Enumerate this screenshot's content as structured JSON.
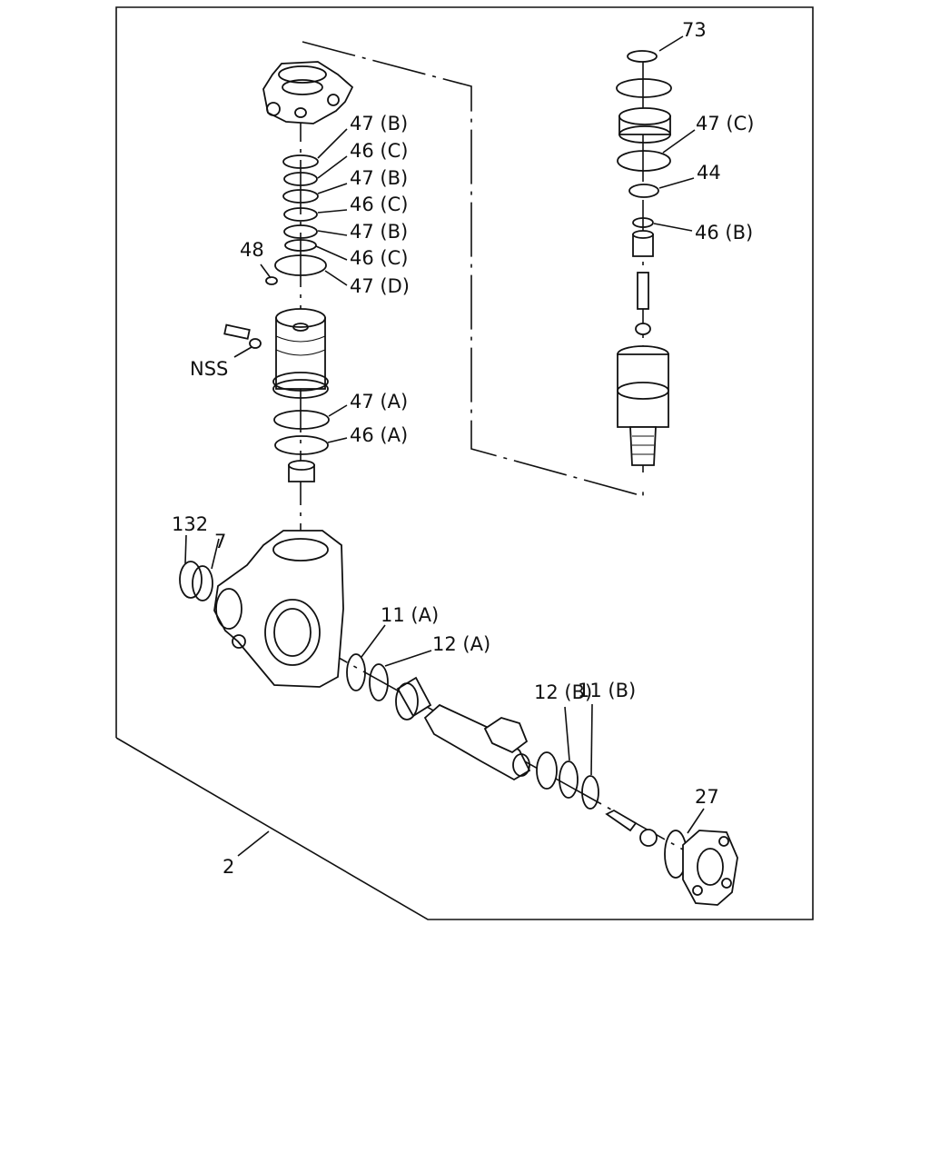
{
  "diagram": {
    "part_labels": {
      "p73": "73",
      "p47c_right": "47 (C)",
      "p44": "44",
      "p46b": "46 (B)",
      "p47b_1": "47 (B)",
      "p46c_1": "46 (C)",
      "p47b_2": "47 (B)",
      "p46c_2": "46 (C)",
      "p47b_3": "47 (B)",
      "p46c_3": "46 (C)",
      "p47d": "47 (D)",
      "p48": "48",
      "nss": "NSS",
      "p47a": "47 (A)",
      "p46a": "46 (A)",
      "p132": "132",
      "p7": "7",
      "p11a": "11 (A)",
      "p12a": "12 (A)",
      "p12b": "12 (B)",
      "p11b": "11 (B)",
      "p27": "27",
      "p2": "2"
    }
  }
}
